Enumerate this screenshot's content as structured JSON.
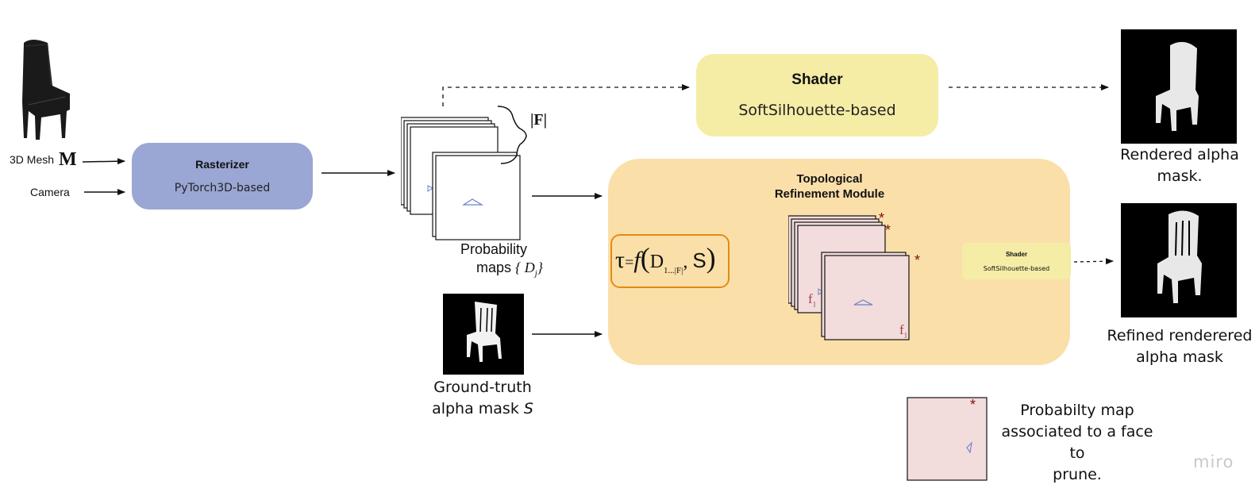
{
  "inputs": {
    "mesh_label": "3D Mesh",
    "mesh_symbol": "M",
    "camera_label": "Camera"
  },
  "rasterizer": {
    "title": "Rasterizer",
    "subtitle": "PyTorch3D-based"
  },
  "probability_maps": {
    "line1": "Probability",
    "line2": "maps",
    "symbol": "{ D",
    "symbol_sub": "j",
    "symbol_close": "}",
    "count_label": "|F|"
  },
  "shader_top": {
    "title": "Shader",
    "subtitle": "SoftSilhouette-based"
  },
  "trm": {
    "title_line1": "Topological",
    "title_line2": "Refinement Module",
    "formula": {
      "tau": "τ",
      "eq": "=",
      "f": "f",
      "D": "D",
      "sub": "1...|F|",
      "S": "S"
    },
    "face_label_small": "f",
    "face_sub_small": "1",
    "face_label_large": "f",
    "face_sub_large": "1",
    "star": "*"
  },
  "shader_small": {
    "title": "Shader",
    "subtitle": "SoftSilhouette-based"
  },
  "ground_truth": {
    "line1": "Ground-truth",
    "line2": "alpha mask",
    "symbol": "S"
  },
  "outputs": {
    "rendered_line1": "Rendered alpha",
    "rendered_line2": "mask.",
    "refined_line1": "Refined renderered",
    "refined_line2": "alpha mask"
  },
  "legend": {
    "star": "*",
    "line1": "Probabilty map",
    "line2": "associated to a face to",
    "line3": "prune."
  },
  "watermark": "miro",
  "colors": {
    "rasterizer": "#9aa6d3",
    "shader": "#f5eca6",
    "trm": "#fbdfa9",
    "formula_border": "#e58a14",
    "pink_map": "#f3dcdc",
    "triangle": "#6a80c8",
    "star": "#7a1010"
  }
}
